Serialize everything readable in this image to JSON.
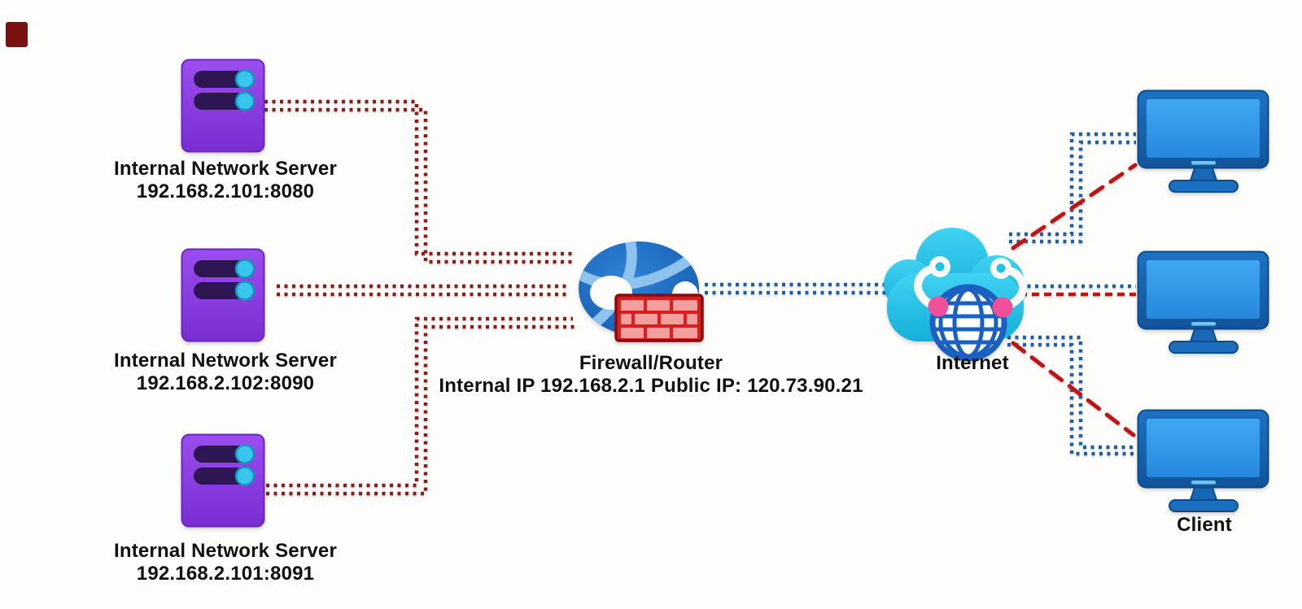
{
  "diagram": {
    "type": "network-topology",
    "nodes": {
      "server1": {
        "name": "Internal Network Server",
        "address": "192.168.2.101:8080",
        "icon": "server-icon"
      },
      "server2": {
        "name": "Internal Network Server",
        "address": "192.168.2.102:8090",
        "icon": "server-icon"
      },
      "server3": {
        "name": "Internal Network Server",
        "address": "192.168.2.101:8091",
        "icon": "server-icon"
      },
      "firewall": {
        "name": "Firewall/Router",
        "address": "Internal IP 192.168.2.1 Public IP: 120.73.90.21",
        "icon": "firewall-router-icon"
      },
      "internet": {
        "name": "Internet",
        "icon": "internet-cloud-icon"
      },
      "client1": {
        "icon": "client-monitor-icon"
      },
      "client2": {
        "icon": "client-monitor-icon"
      },
      "client3": {
        "name": "Client",
        "icon": "client-monitor-icon"
      }
    },
    "connections": [
      {
        "id": "server1-firewall",
        "from": "server1",
        "to": "firewall",
        "style": "double-dotted",
        "color": "#8e1a1a"
      },
      {
        "id": "server2-firewall",
        "from": "server2",
        "to": "firewall",
        "style": "double-dotted",
        "color": "#8e1a1a"
      },
      {
        "id": "server3-firewall",
        "from": "server3",
        "to": "firewall",
        "style": "double-dotted",
        "color": "#8e1a1a"
      },
      {
        "id": "firewall-internet",
        "from": "firewall",
        "to": "internet",
        "style": "double-dotted",
        "color": "#1e5ea8"
      },
      {
        "id": "internet-client1-blue",
        "from": "internet",
        "to": "client1",
        "style": "double-dotted",
        "color": "#1e5ea8"
      },
      {
        "id": "internet-client1-red",
        "from": "internet",
        "to": "client1",
        "style": "dashed-diagonal",
        "color": "#c01515"
      },
      {
        "id": "internet-client2-blue",
        "from": "internet",
        "to": "client2",
        "style": "dotted",
        "color": "#1e5ea8"
      },
      {
        "id": "internet-client2-red",
        "from": "internet",
        "to": "client2",
        "style": "dashed",
        "color": "#c02020"
      },
      {
        "id": "internet-client3-blue",
        "from": "internet",
        "to": "client3",
        "style": "double-dotted",
        "color": "#1e5ea8"
      },
      {
        "id": "internet-client3-red",
        "from": "internet",
        "to": "client3",
        "style": "dashed-diagonal",
        "color": "#c01515"
      }
    ],
    "colors": {
      "background": "#fdfdfc",
      "label_text": "#111111",
      "server_purple": "#8b3be4",
      "server_slot": "#2e1652",
      "server_led_cyan": "#38c6ee",
      "monitor_blue": "#1565b2",
      "screen_blue": "#2f9bec",
      "cloud_cyan": "#24c2e6",
      "globe_blue": "#1b5fc0",
      "pink_dot": "#f0509a",
      "brick_red": "#d61f1f",
      "brick_light": "#f59e9e",
      "line_internal_red": "#8e1a1a",
      "line_public_blue": "#1e5ea8",
      "line_nat_red": "#c01515"
    }
  }
}
